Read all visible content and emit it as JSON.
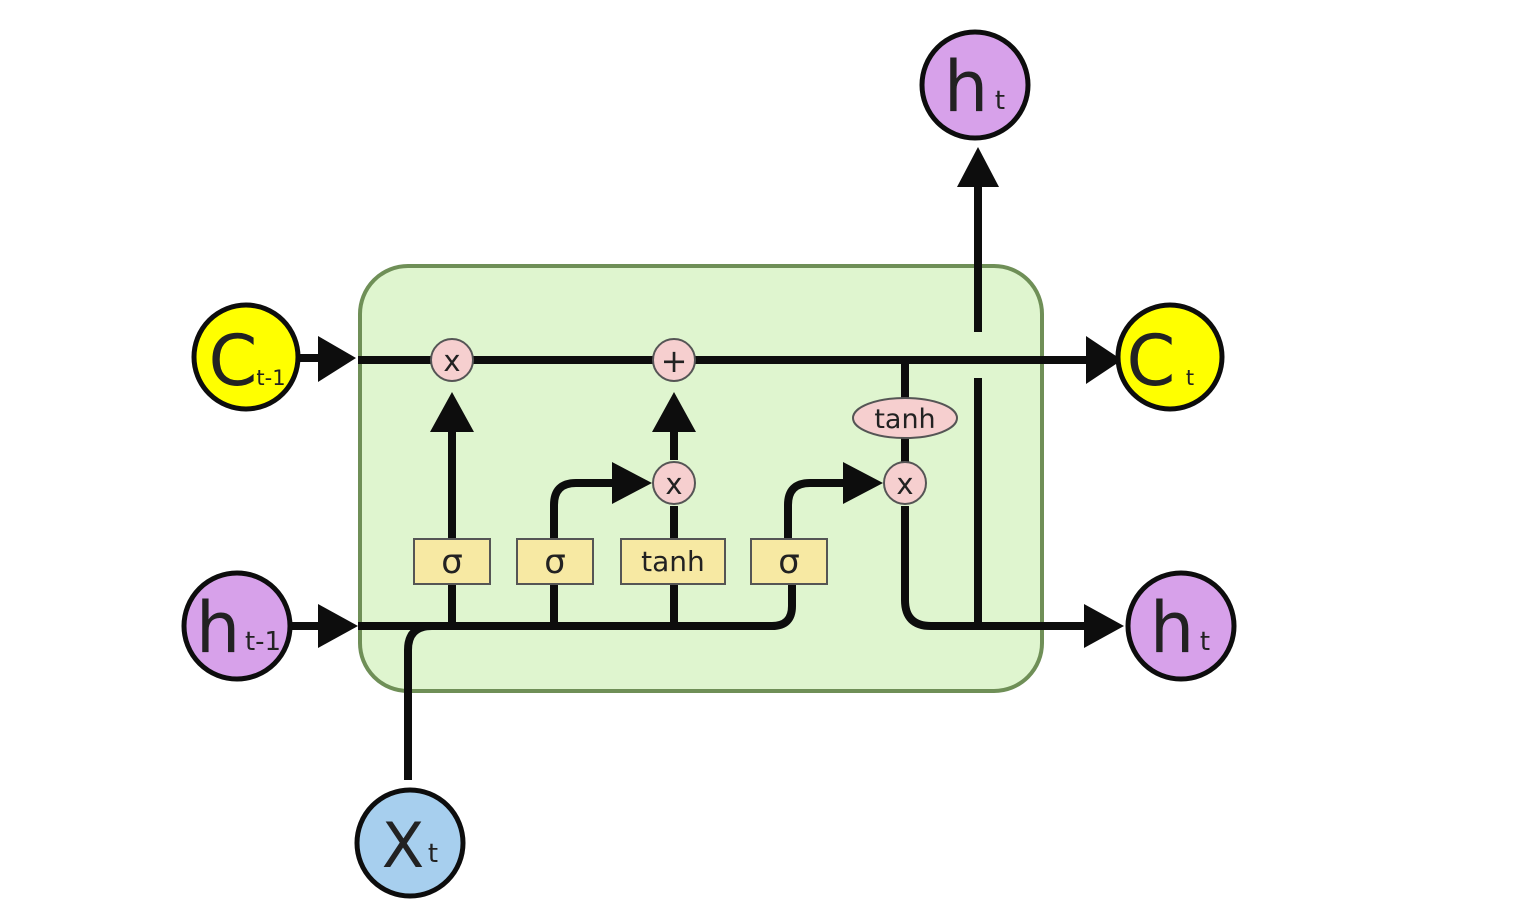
{
  "colors": {
    "cell_fill": "#dff5cf",
    "cell_stroke": "#6f8f57",
    "state_yellow": "#ffff00",
    "hidden_purple": "#d7a1ea",
    "input_blue": "#a7cfee",
    "op_pink": "#f6cfcf",
    "gate_yellow": "#f7e9a3"
  },
  "nodes": {
    "c_prev": {
      "main": "C",
      "sub": "t-1"
    },
    "c_next": {
      "main": "C",
      "sub": "t"
    },
    "h_prev": {
      "main": "h",
      "sub": "t-1"
    },
    "h_out_top": {
      "main": "h",
      "sub": "t"
    },
    "h_out_right": {
      "main": "h",
      "sub": "t"
    },
    "x_in": {
      "main": "X",
      "sub": "t"
    }
  },
  "gates": {
    "forget": "σ",
    "input": "σ",
    "candidate": "tanh",
    "output": "σ"
  },
  "ops": {
    "forget_mult": "x",
    "add": "+",
    "input_mult": "x",
    "output_mult": "x",
    "cell_tanh": "tanh"
  }
}
